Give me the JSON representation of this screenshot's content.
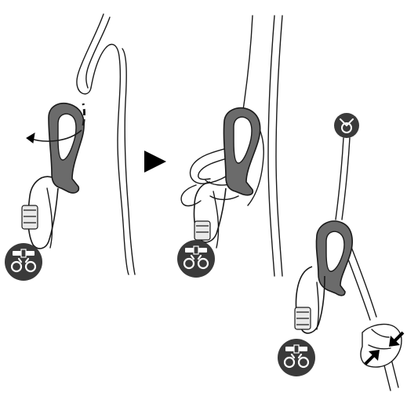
{
  "figure": {
    "panels": [
      {
        "step": "insert-rope",
        "badge_icon": "harness-icon"
      },
      {
        "step": "clip-loop",
        "badge_icon": "harness-icon"
      },
      {
        "step": "lock-and-hold",
        "badge_icon": "harness-icon",
        "anchor_icon": "anchor-ring-icon"
      }
    ],
    "separator_icon": "play-arrow-icon",
    "colors": {
      "ink": "#1a1a1a",
      "device": "#6b6b6b",
      "badge": "#3a3a3a",
      "background": "#ffffff"
    }
  }
}
